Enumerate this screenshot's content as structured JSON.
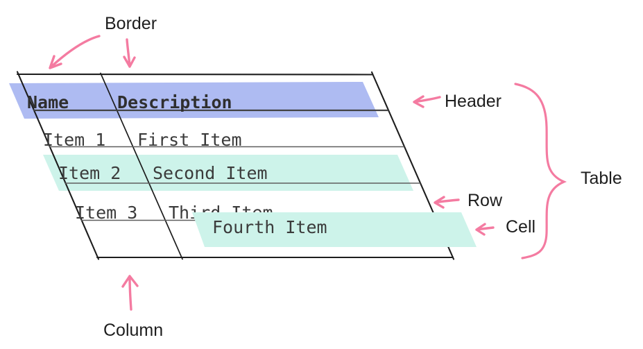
{
  "diagram": {
    "annotations": {
      "border": "Border",
      "header": "Header",
      "row": "Row",
      "cell": "Cell",
      "table": "Table",
      "column": "Column"
    },
    "table": {
      "columns": [
        "Name",
        "Description"
      ],
      "rows": [
        {
          "name": "Item 1",
          "description": "First Item"
        },
        {
          "name": "Item 2",
          "description": "Second Item"
        },
        {
          "name": "Item 3",
          "description": "Third Item"
        },
        {
          "name": "",
          "description": "Fourth Item"
        }
      ],
      "highlighted_header": true,
      "highlighted_row": "Item 2",
      "highlighted_cell": "Fourth Item"
    },
    "colors": {
      "header_highlight": "#aebbf2",
      "row_highlight": "#cdf3ea",
      "cell_highlight": "#cdf3ea",
      "annotation_pink": "#f47ba1",
      "outer_border_line": "#1d1d1d",
      "header_underline": "#424242",
      "grid_line": "#5e5e5e",
      "table_text": "#3b3b3b",
      "label_text": "#1e1e1e",
      "background": "#ffffff"
    }
  }
}
